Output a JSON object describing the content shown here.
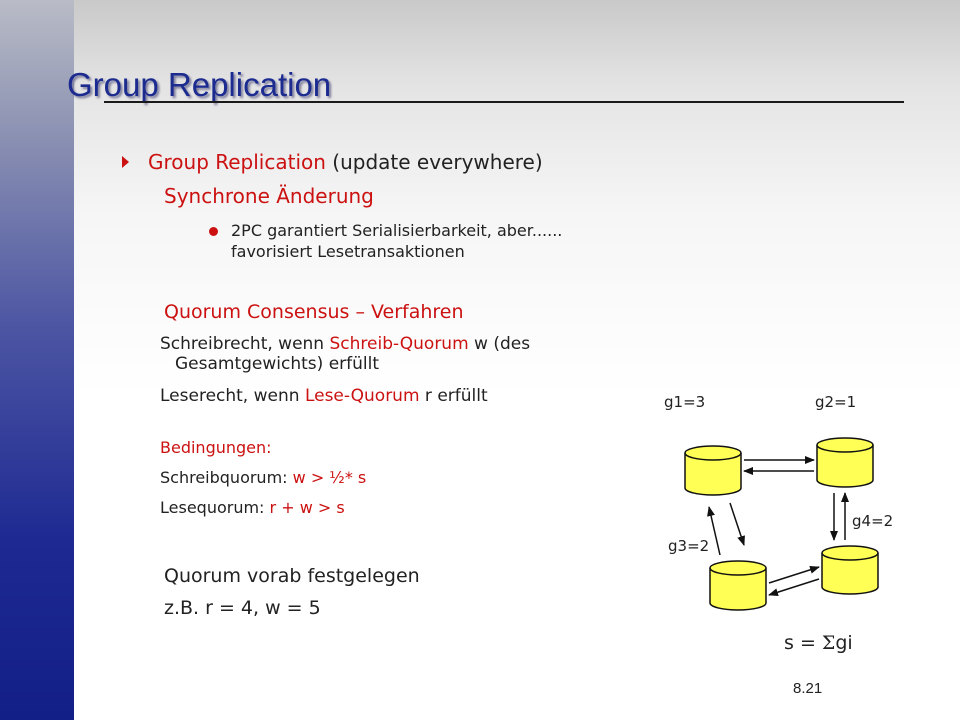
{
  "slide": {
    "title": "Group Replication",
    "bullet": {
      "text_red": "Group Replication",
      "text_rest": " (update everywhere)"
    },
    "sub_heading": "Synchrone Änderung",
    "point": {
      "line1": "2PC garantiert Serialisierbarkeit, aber......",
      "line2": "favorisiert Lesetransaktionen"
    },
    "quorum_heading": "Quorum Consensus – Verfahren",
    "write_right": {
      "pre": "Schreibrecht, wenn ",
      "red": "Schreib-Quorum",
      "post": " w (des",
      "line2": "Gesamtgewichts)  erfüllt"
    },
    "read_right": {
      "pre": "Leserecht, wenn ",
      "red": "Lese-Quorum",
      "post": " r erfüllt"
    },
    "conditions_label": "Bedingungen:",
    "write_quorum": {
      "pre": "Schreibquorum: ",
      "red": "w > ½* s"
    },
    "read_quorum": {
      "pre": "Lesequorum: ",
      "red": "r + w > s"
    },
    "predefined": "Quorum vorab festgelegen",
    "example": "z.B. r = 4, w = 5",
    "diagram": {
      "g1": "g1=3",
      "g2": "g2=1",
      "g3": "g3=2",
      "g4": "g4=2",
      "formula_pre": "s = ",
      "formula_sigma": "Σ",
      "formula_post": "gi",
      "node_color": "#ffff55"
    },
    "page_number": "8.21"
  }
}
